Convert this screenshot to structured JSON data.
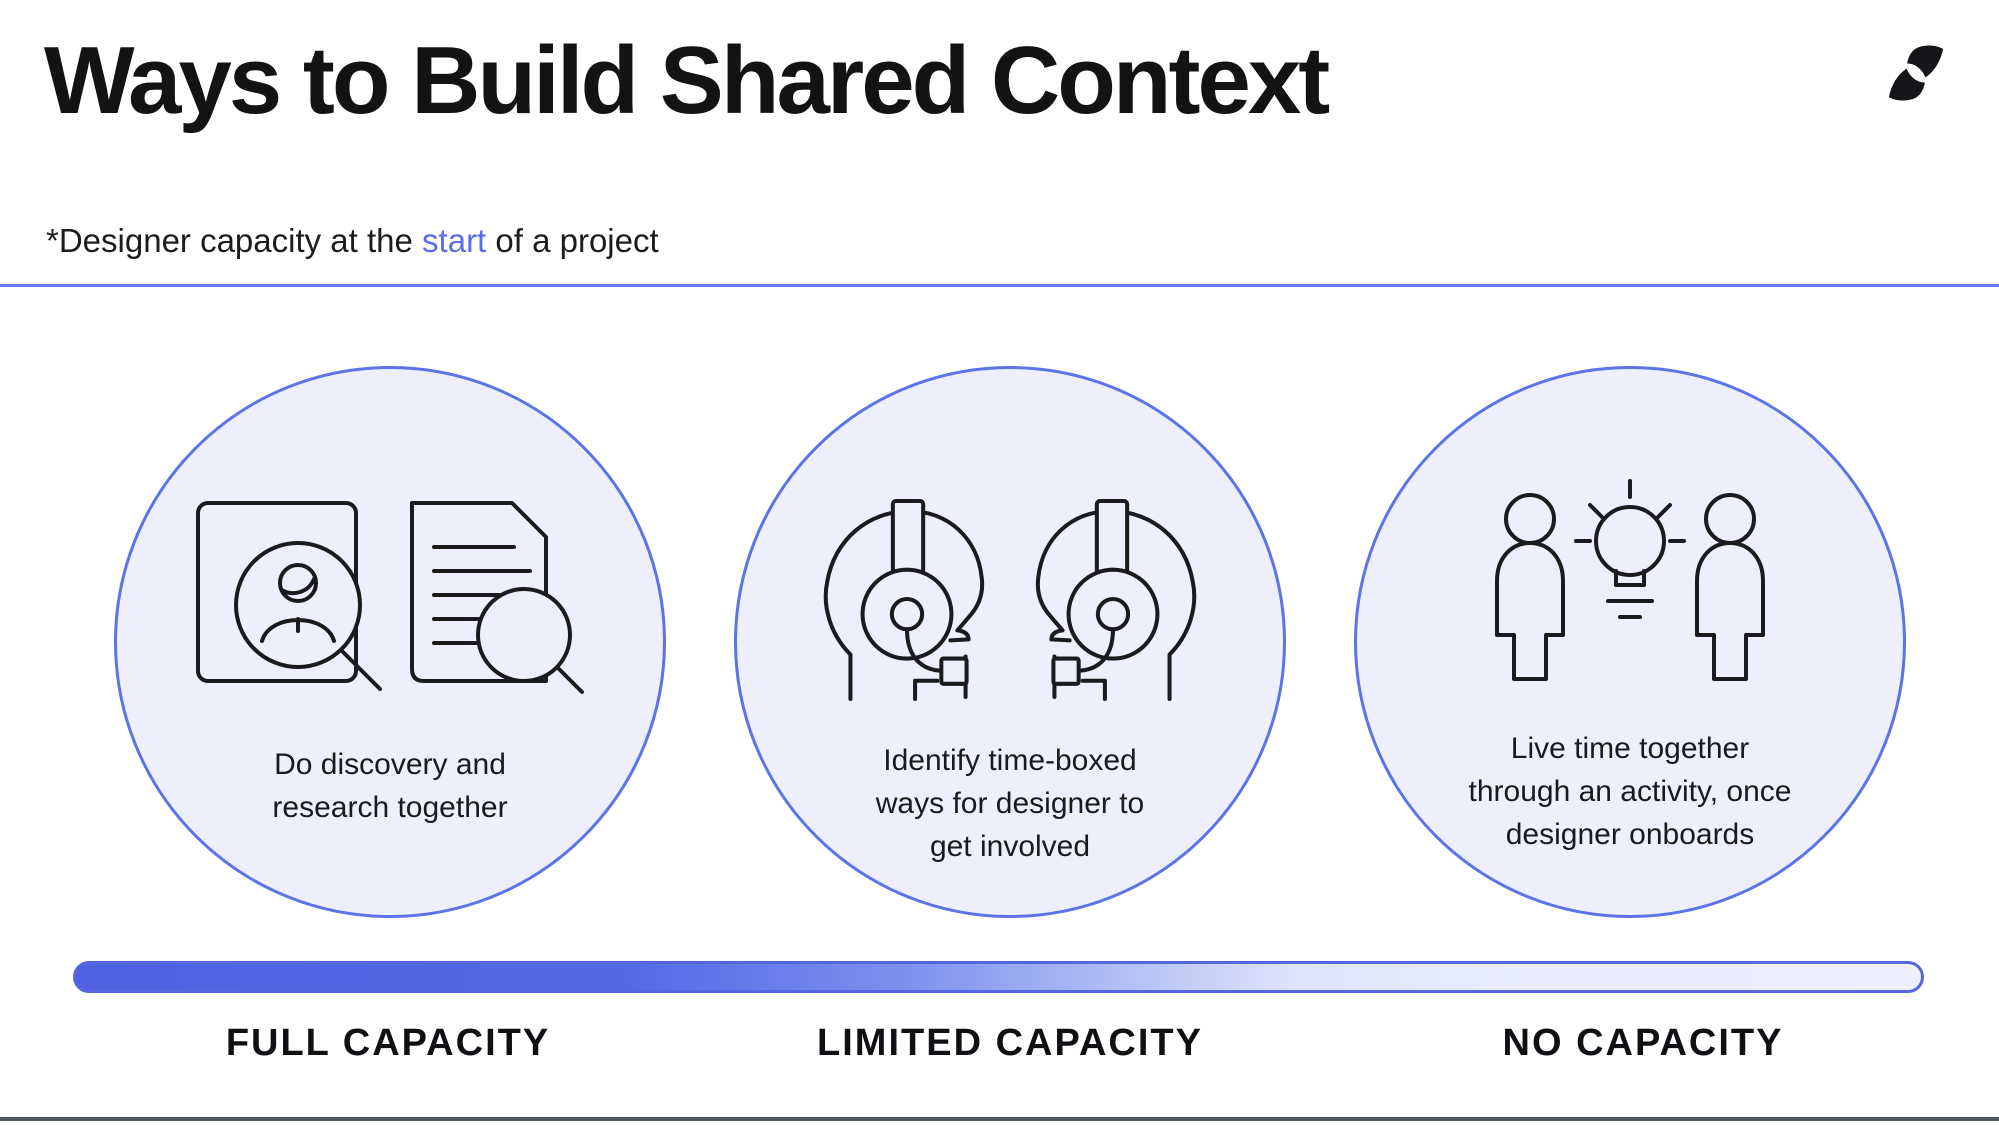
{
  "slide": {
    "title": "Ways to Build Shared Context",
    "subtitle": {
      "prefix": "*Designer capacity at the ",
      "highlight": "start",
      "suffix": " of a project"
    },
    "logo_icon": "brand-swirl-logo"
  },
  "cards": [
    {
      "id": "full-capacity",
      "icon": "discovery-research-icon",
      "label": "Do discovery and\nresearch together"
    },
    {
      "id": "limited-capacity",
      "icon": "headset-conversation-icon",
      "label": "Identify time-boxed\nways for designer to\nget involved"
    },
    {
      "id": "no-capacity",
      "icon": "people-idea-icon",
      "label": "Live time together\nthrough an activity, once\ndesigner onboards"
    }
  ],
  "capacity_scale": {
    "labels": [
      "FULL CAPACITY",
      "LIMITED CAPACITY",
      "NO CAPACITY"
    ],
    "gradient_start": "#4f61e2",
    "gradient_end": "#eceffd"
  },
  "colors": {
    "accent_blue": "#5b6cf0",
    "circle_border": "#5b74e8",
    "circle_fill": "#edf0fc",
    "divider_blue": "#6379ea",
    "bottom_line": "#4d5c63",
    "ink": "#131316"
  }
}
